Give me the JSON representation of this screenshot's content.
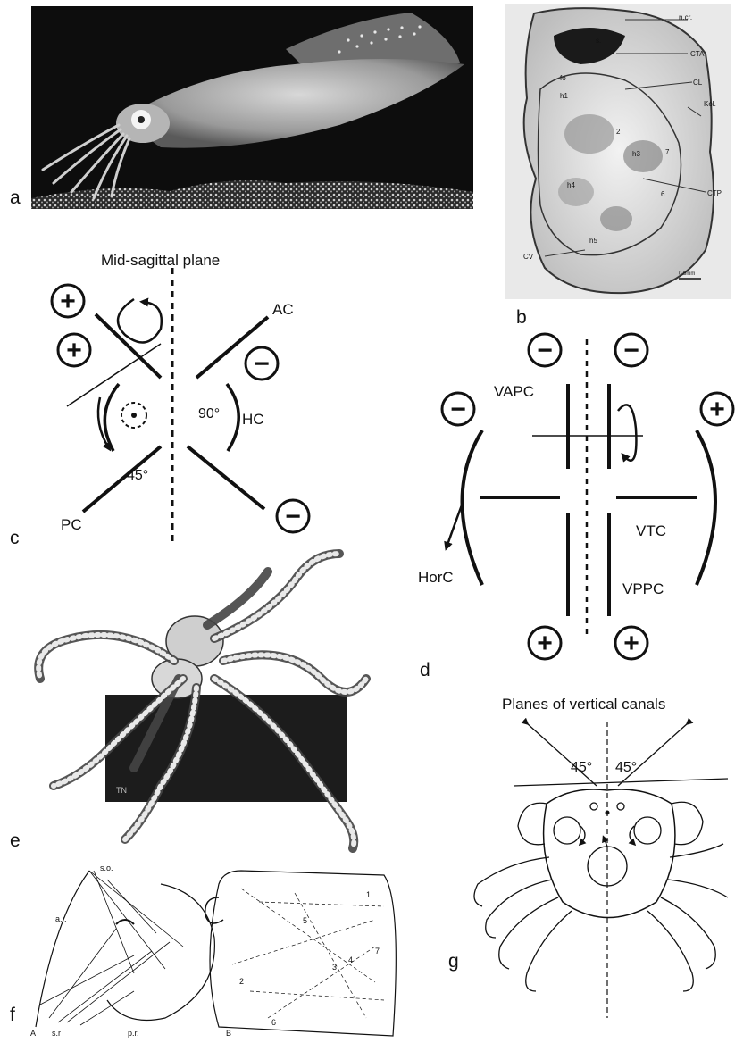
{
  "panels": {
    "a": {
      "letter": "a"
    },
    "b": {
      "letter": "b",
      "labels": [
        "n.cr.",
        "s.",
        "CTA",
        "CL",
        "Kol.",
        "fo",
        "h1",
        "2",
        "h3",
        "7",
        "h4",
        "6",
        "CTP",
        "CV",
        "h5",
        "0.5mm"
      ]
    },
    "c": {
      "letter": "c",
      "title": "Mid-sagittal plane",
      "ac": "AC",
      "hc": "HC",
      "pc": "PC",
      "angle90": "90°",
      "angle45": "45°",
      "plus": "+",
      "minus": "−"
    },
    "d": {
      "letter": "d",
      "vapc": "VAPC",
      "vtc": "VTC",
      "vppc": "VPPC",
      "horc": "HorC",
      "plus": "+",
      "minus": "−"
    },
    "e": {
      "letter": "e",
      "signature": "TN"
    },
    "f": {
      "letter": "f",
      "left_labels": [
        "s.o.",
        "a.r.",
        "s.r",
        "p.r.",
        "A"
      ],
      "right_label": "B",
      "numbers": [
        "1",
        "2",
        "3",
        "4",
        "5",
        "6",
        "7"
      ]
    },
    "g": {
      "letter": "g",
      "title": "Planes of vertical canals",
      "angle_left": "45°",
      "angle_right": "45°"
    }
  }
}
